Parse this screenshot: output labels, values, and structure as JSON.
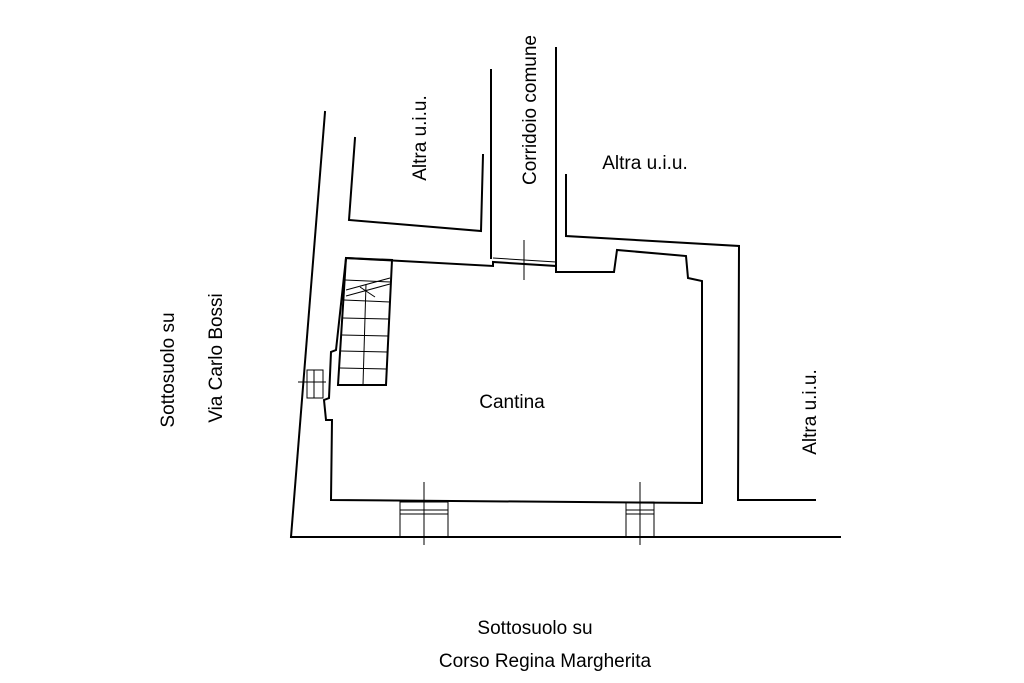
{
  "labels": {
    "room": "Cantina",
    "corridor": "Corridoio comune",
    "altra_top_left": "Altra u.i.u.",
    "altra_top_right": "Altra u.i.u.",
    "altra_right": "Altra u.i.u.",
    "street_left_line1": "Sottosuolo su",
    "street_left_line2": "Via Carlo Bossi",
    "street_bottom_line1": "Sottosuolo su",
    "street_bottom_line2": "Corso Regina Margherita"
  },
  "colors": {
    "line": "#000000",
    "background": "#ffffff"
  }
}
